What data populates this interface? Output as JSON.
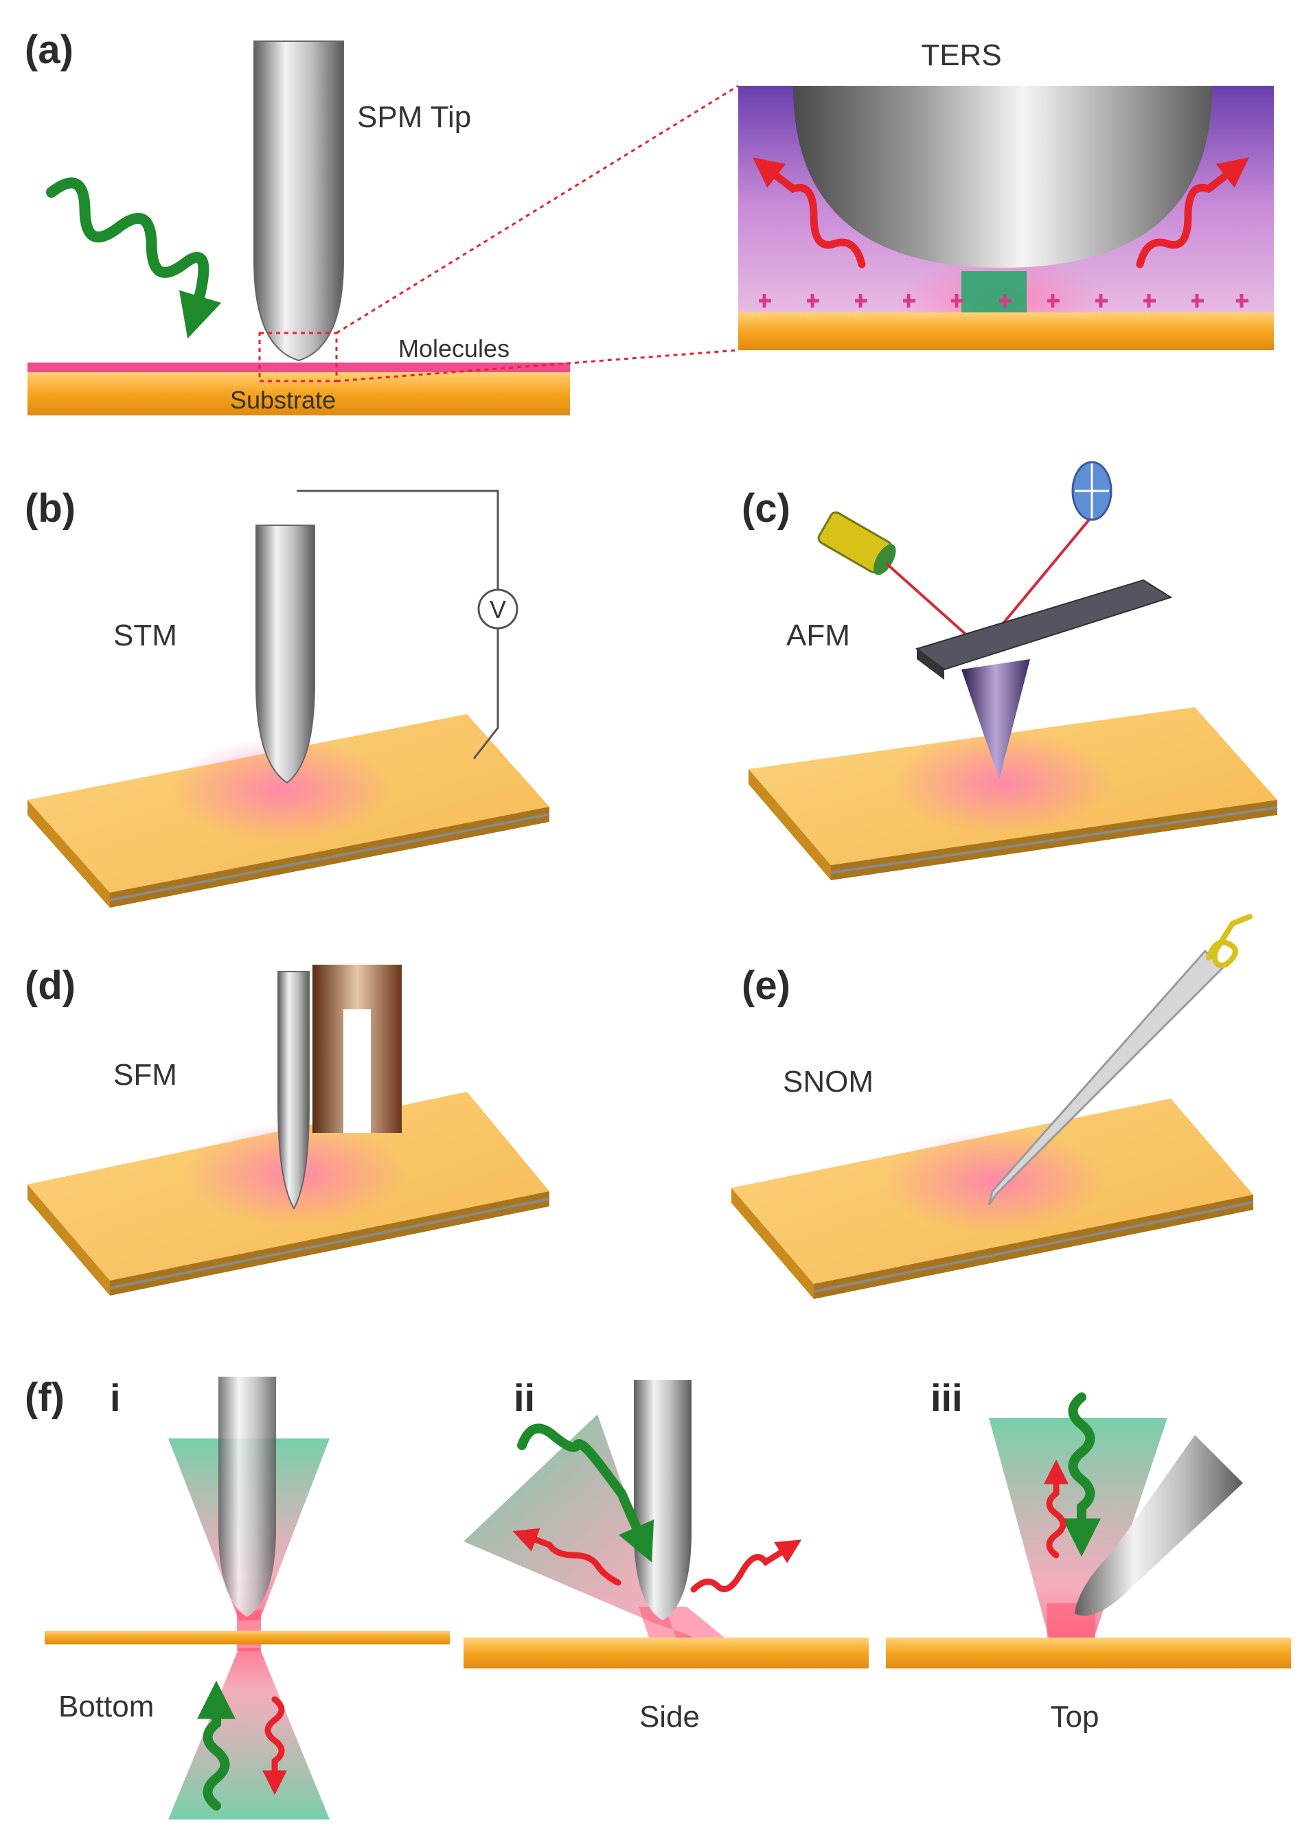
{
  "panels": {
    "a": {
      "label": "(a)",
      "tip": "SPM Tip",
      "molecules": "Molecules",
      "substrate": "Substrate",
      "inset_title": "TERS"
    },
    "b": {
      "label": "(b)",
      "tech": "STM",
      "voltmeter": "V"
    },
    "c": {
      "label": "(c)",
      "tech": "AFM"
    },
    "d": {
      "label": "(d)",
      "tech": "SFM"
    },
    "e": {
      "label": "(e)",
      "tech": "SNOM"
    },
    "f": {
      "label": "(f)",
      "configs": [
        {
          "numeral": "i",
          "name": "Bottom"
        },
        {
          "numeral": "ii",
          "name": "Side"
        },
        {
          "numeral": "iii",
          "name": "Top"
        }
      ]
    }
  },
  "colors": {
    "substrate": "#f7a521",
    "molecules": "#ee4c8c",
    "excitation": "#1f8a2c",
    "scattered": "#e8222b",
    "beam": "#5fc79b",
    "tip": "#9a9a9a",
    "inset_bg": "#7a4bb0"
  }
}
